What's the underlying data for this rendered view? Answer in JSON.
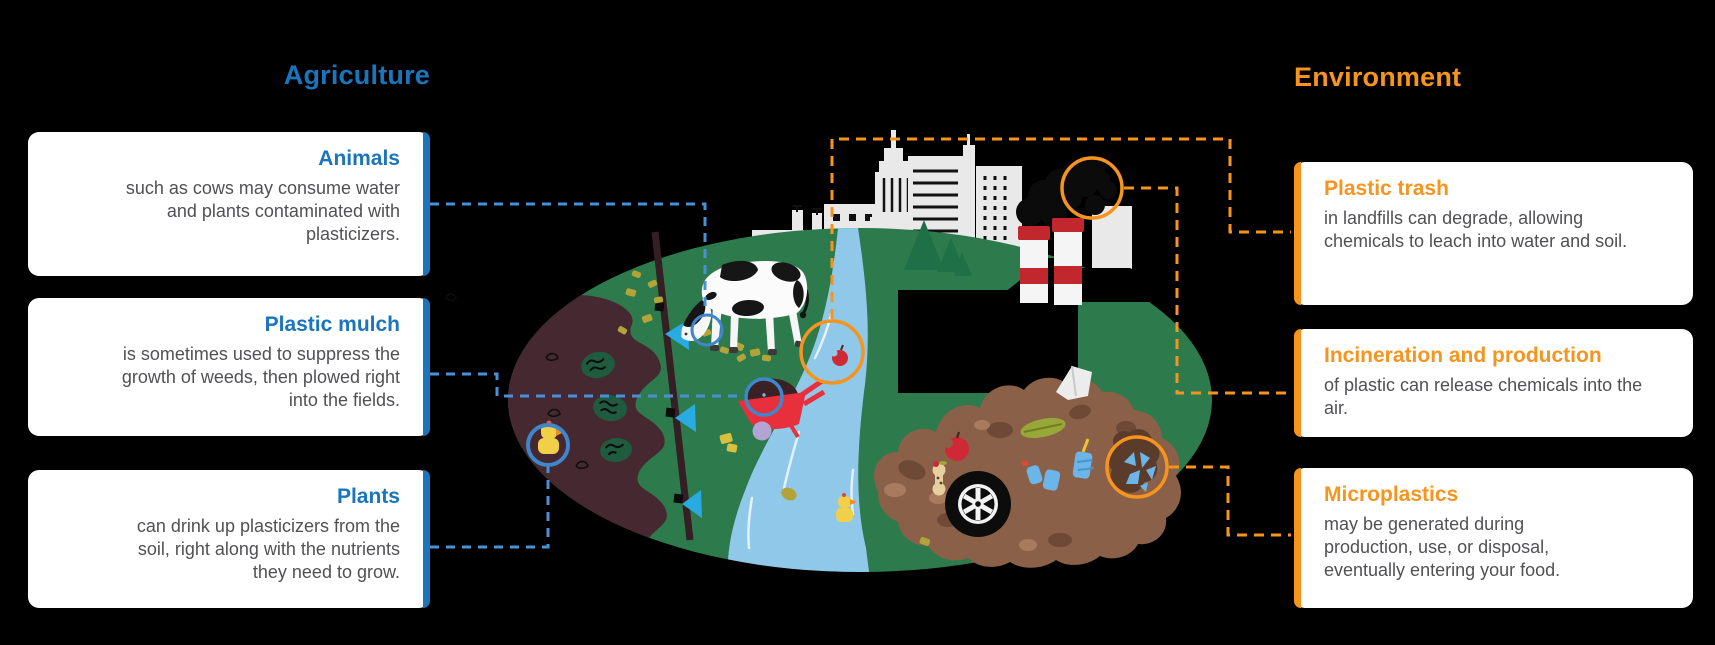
{
  "colors": {
    "background": "#000000",
    "agriculture_accent": "#1b75bc",
    "environment_accent": "#f7941e",
    "connector_blue": "#4a90d6",
    "connector_orange": "#f7941e",
    "body_text": "#515155",
    "card_background": "#ffffff",
    "land_green": "#2d7a4c",
    "field_brown": "#452830",
    "river_blue": "#90c8ea",
    "flag_cyan": "#29abe2"
  },
  "headers": {
    "agriculture": "Agriculture",
    "environment": "Environment"
  },
  "agriculture_cards": [
    {
      "title": "Animals",
      "body": "such as cows may consume water and plants contaminated with plasticizers."
    },
    {
      "title": "Plastic mulch",
      "body": "is sometimes used to suppress the growth of weeds, then plowed right into the fields."
    },
    {
      "title": "Plants",
      "body": "can drink up plasticizers from the soil, right along with the nutrients they need to grow."
    }
  ],
  "environment_cards": [
    {
      "title": "Plastic trash",
      "body": "in landfills can degrade, allowing chemicals to leach into water and soil."
    },
    {
      "title": "Incineration and production",
      "body": "of plastic can release chemicals into the air."
    },
    {
      "title": "Microplastics",
      "body": "may be generated during production, use, or disposal, eventually entering your food."
    }
  ],
  "scene": {
    "illustration": "farm-and-city-landscape",
    "highlights": [
      "cow-eating-plastic",
      "wheelbarrow-contents",
      "rubber-duck-in-field",
      "trash-in-river",
      "factory-smoke",
      "microplastics-in-trash-pile"
    ]
  }
}
